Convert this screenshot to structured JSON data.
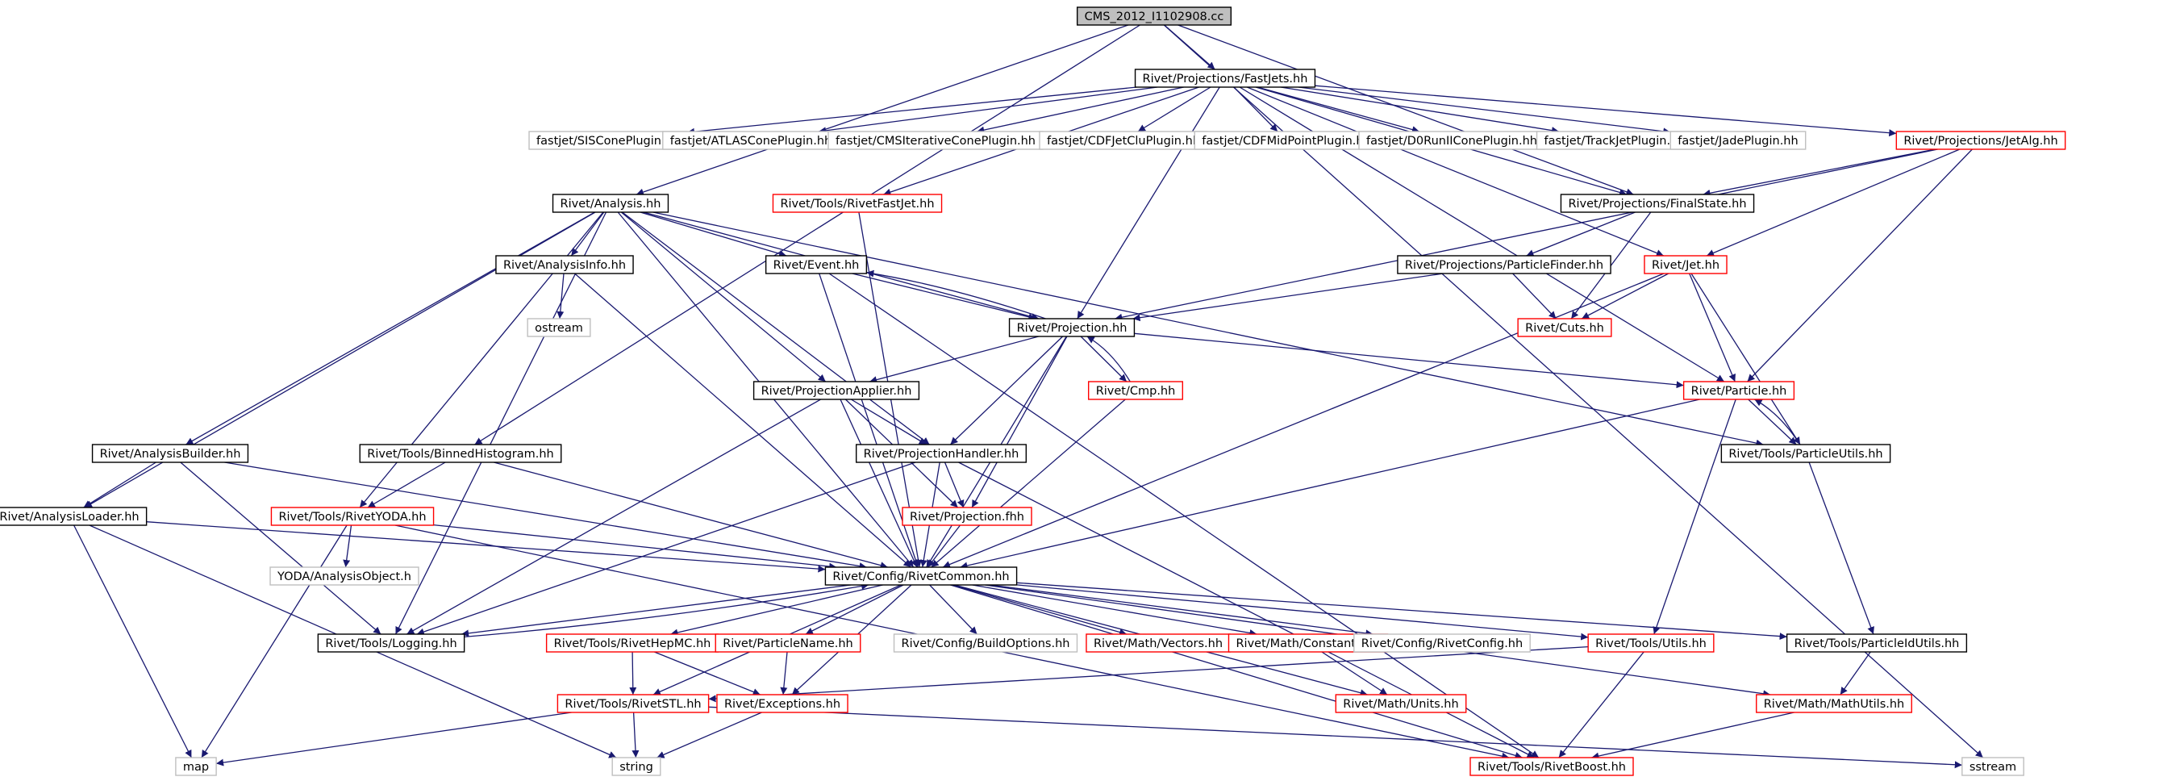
{
  "nodes": [
    {
      "id": "root",
      "label": "CMS_2012_I1102908.cc",
      "style": "root"
    },
    {
      "id": "fastjets",
      "label": "Rivet/Projections/FastJets.hh",
      "style": "black"
    },
    {
      "id": "siscone",
      "label": "fastjet/SISConePlugin.hh",
      "style": "gray"
    },
    {
      "id": "atlascone",
      "label": "fastjet/ATLASConePlugin.hh",
      "style": "gray"
    },
    {
      "id": "cmsiter",
      "label": "fastjet/CMSIterativeConePlugin.hh",
      "style": "gray"
    },
    {
      "id": "cdfjetclu",
      "label": "fastjet/CDFJetCluPlugin.hh",
      "style": "gray"
    },
    {
      "id": "cdfmid",
      "label": "fastjet/CDFMidPointPlugin.hh",
      "style": "gray"
    },
    {
      "id": "d0run",
      "label": "fastjet/D0RunIIConePlugin.hh",
      "style": "gray"
    },
    {
      "id": "trackjet",
      "label": "fastjet/TrackJetPlugin.hh",
      "style": "gray"
    },
    {
      "id": "jade",
      "label": "fastjet/JadePlugin.hh",
      "style": "gray"
    },
    {
      "id": "jetalg",
      "label": "Rivet/Projections/JetAlg.hh",
      "style": "red"
    },
    {
      "id": "analysis",
      "label": "Rivet/Analysis.hh",
      "style": "black"
    },
    {
      "id": "rivetfastjet",
      "label": "Rivet/Tools/RivetFastJet.hh",
      "style": "red"
    },
    {
      "id": "finalstate",
      "label": "Rivet/Projections/FinalState.hh",
      "style": "black"
    },
    {
      "id": "analysisinfo",
      "label": "Rivet/AnalysisInfo.hh",
      "style": "black"
    },
    {
      "id": "event",
      "label": "Rivet/Event.hh",
      "style": "black"
    },
    {
      "id": "particlefinder",
      "label": "Rivet/Projections/ParticleFinder.hh",
      "style": "black"
    },
    {
      "id": "jet",
      "label": "Rivet/Jet.hh",
      "style": "red"
    },
    {
      "id": "ostream",
      "label": "ostream",
      "style": "gray"
    },
    {
      "id": "projection",
      "label": "Rivet/Projection.hh",
      "style": "black"
    },
    {
      "id": "cuts",
      "label": "Rivet/Cuts.hh",
      "style": "red"
    },
    {
      "id": "cmp",
      "label": "Rivet/Cmp.hh",
      "style": "red"
    },
    {
      "id": "projapplier",
      "label": "Rivet/ProjectionApplier.hh",
      "style": "black"
    },
    {
      "id": "particle",
      "label": "Rivet/Particle.hh",
      "style": "red"
    },
    {
      "id": "analysisbuilder",
      "label": "Rivet/AnalysisBuilder.hh",
      "style": "black"
    },
    {
      "id": "binnedhist",
      "label": "Rivet/Tools/BinnedHistogram.hh",
      "style": "black"
    },
    {
      "id": "projhandler",
      "label": "Rivet/ProjectionHandler.hh",
      "style": "black"
    },
    {
      "id": "particleutils",
      "label": "Rivet/Tools/ParticleUtils.hh",
      "style": "black"
    },
    {
      "id": "analysisloader",
      "label": "Rivet/AnalysisLoader.hh",
      "style": "black"
    },
    {
      "id": "rivetyoda",
      "label": "Rivet/Tools/RivetYODA.hh",
      "style": "red"
    },
    {
      "id": "projectionfhh",
      "label": "Rivet/Projection.fhh",
      "style": "red"
    },
    {
      "id": "yodaobj",
      "label": "YODA/AnalysisObject.h",
      "style": "gray"
    },
    {
      "id": "rivetcommon",
      "label": "Rivet/Config/RivetCommon.hh",
      "style": "black"
    },
    {
      "id": "logging",
      "label": "Rivet/Tools/Logging.hh",
      "style": "black"
    },
    {
      "id": "rivethepmc",
      "label": "Rivet/Tools/RivetHepMC.hh",
      "style": "red"
    },
    {
      "id": "particlename",
      "label": "Rivet/ParticleName.hh",
      "style": "red"
    },
    {
      "id": "buildoptions",
      "label": "Rivet/Config/BuildOptions.hh",
      "style": "gray"
    },
    {
      "id": "vectors",
      "label": "Rivet/Math/Vectors.hh",
      "style": "red"
    },
    {
      "id": "constants",
      "label": "Rivet/Math/Constants.hh",
      "style": "red"
    },
    {
      "id": "rivetconfig",
      "label": "Rivet/Config/RivetConfig.hh",
      "style": "gray"
    },
    {
      "id": "utils",
      "label": "Rivet/Tools/Utils.hh",
      "style": "red"
    },
    {
      "id": "particleidutils",
      "label": "Rivet/Tools/ParticleIdUtils.hh",
      "style": "black"
    },
    {
      "id": "rivetstl",
      "label": "Rivet/Tools/RivetSTL.hh",
      "style": "red"
    },
    {
      "id": "exceptions",
      "label": "Rivet/Exceptions.hh",
      "style": "red"
    },
    {
      "id": "units",
      "label": "Rivet/Math/Units.hh",
      "style": "red"
    },
    {
      "id": "mathutils",
      "label": "Rivet/Math/MathUtils.hh",
      "style": "red"
    },
    {
      "id": "map",
      "label": "map",
      "style": "gray"
    },
    {
      "id": "string",
      "label": "string",
      "style": "gray"
    },
    {
      "id": "rivetboost",
      "label": "Rivet/Tools/RivetBoost.hh",
      "style": "red"
    },
    {
      "id": "sstream",
      "label": "sstream",
      "style": "gray"
    }
  ],
  "edges": [
    [
      "root",
      "fastjets"
    ],
    [
      "root",
      "analysis"
    ],
    [
      "root",
      "binnedhist"
    ],
    [
      "root",
      "sstream"
    ],
    [
      "root",
      "finalstate"
    ],
    [
      "fastjets",
      "siscone"
    ],
    [
      "fastjets",
      "atlascone"
    ],
    [
      "fastjets",
      "cmsiter"
    ],
    [
      "fastjets",
      "cdfjetclu"
    ],
    [
      "fastjets",
      "cdfmid"
    ],
    [
      "fastjets",
      "d0run"
    ],
    [
      "fastjets",
      "trackjet"
    ],
    [
      "fastjets",
      "jade"
    ],
    [
      "fastjets",
      "jetalg"
    ],
    [
      "fastjets",
      "rivetfastjet"
    ],
    [
      "fastjets",
      "finalstate"
    ],
    [
      "fastjets",
      "projection"
    ],
    [
      "fastjets",
      "particle"
    ],
    [
      "fastjets",
      "jet"
    ],
    [
      "jetalg",
      "finalstate"
    ],
    [
      "jetalg",
      "jet"
    ],
    [
      "jetalg",
      "particle"
    ],
    [
      "jetalg",
      "projection"
    ],
    [
      "analysis",
      "analysisinfo"
    ],
    [
      "analysis",
      "event"
    ],
    [
      "analysis",
      "projection"
    ],
    [
      "analysis",
      "projapplier"
    ],
    [
      "analysis",
      "projhandler"
    ],
    [
      "analysis",
      "analysisbuilder"
    ],
    [
      "analysis",
      "analysisloader"
    ],
    [
      "analysis",
      "rivetyoda"
    ],
    [
      "analysis",
      "logging"
    ],
    [
      "analysis",
      "rivetcommon"
    ],
    [
      "analysis",
      "particleutils"
    ],
    [
      "rivetfastjet",
      "rivetcommon"
    ],
    [
      "finalstate",
      "particlefinder"
    ],
    [
      "finalstate",
      "cuts"
    ],
    [
      "particlefinder",
      "projection"
    ],
    [
      "particlefinder",
      "cuts"
    ],
    [
      "analysisinfo",
      "ostream"
    ],
    [
      "analysisinfo",
      "rivetcommon"
    ],
    [
      "event",
      "projection"
    ],
    [
      "event",
      "rivetcommon"
    ],
    [
      "event",
      "rivetboost"
    ],
    [
      "projection",
      "event"
    ],
    [
      "projection",
      "cmp"
    ],
    [
      "projection",
      "projapplier"
    ],
    [
      "projection",
      "projhandler"
    ],
    [
      "projection",
      "projectionfhh"
    ],
    [
      "projection",
      "rivetcommon"
    ],
    [
      "projection",
      "particle"
    ],
    [
      "cmp",
      "projection"
    ],
    [
      "cmp",
      "rivetcommon"
    ],
    [
      "jet",
      "cuts"
    ],
    [
      "jet",
      "particle"
    ],
    [
      "jet",
      "particleutils"
    ],
    [
      "jet",
      "rivetcommon"
    ],
    [
      "projapplier",
      "projhandler"
    ],
    [
      "projapplier",
      "projectionfhh"
    ],
    [
      "projapplier",
      "rivetcommon"
    ],
    [
      "projapplier",
      "logging"
    ],
    [
      "projhandler",
      "projectionfhh"
    ],
    [
      "projhandler",
      "rivetcommon"
    ],
    [
      "projhandler",
      "logging"
    ],
    [
      "projhandler",
      "rivetboost"
    ],
    [
      "particle",
      "particleutils"
    ],
    [
      "particle",
      "utils"
    ],
    [
      "particle",
      "rivetcommon"
    ],
    [
      "particleutils",
      "particle"
    ],
    [
      "particleutils",
      "particleidutils"
    ],
    [
      "analysisbuilder",
      "analysisloader"
    ],
    [
      "analysisbuilder",
      "rivetcommon"
    ],
    [
      "analysisbuilder",
      "logging"
    ],
    [
      "binnedhist",
      "rivetyoda"
    ],
    [
      "binnedhist",
      "rivetcommon"
    ],
    [
      "analysisloader",
      "rivetcommon"
    ],
    [
      "analysisloader",
      "map"
    ],
    [
      "analysisloader",
      "string"
    ],
    [
      "rivetyoda",
      "rivetcommon"
    ],
    [
      "rivetyoda",
      "yodaobj"
    ],
    [
      "rivetyoda",
      "map"
    ],
    [
      "rivetyoda",
      "rivetboost"
    ],
    [
      "projectionfhh",
      "rivetcommon"
    ],
    [
      "rivetcommon",
      "logging"
    ],
    [
      "rivetcommon",
      "rivethepmc"
    ],
    [
      "rivetcommon",
      "particlename"
    ],
    [
      "rivetcommon",
      "buildoptions"
    ],
    [
      "rivetcommon",
      "vectors"
    ],
    [
      "rivetcommon",
      "constants"
    ],
    [
      "rivetcommon",
      "rivetconfig"
    ],
    [
      "rivetcommon",
      "utils"
    ],
    [
      "rivetcommon",
      "particleidutils"
    ],
    [
      "rivetcommon",
      "rivetstl"
    ],
    [
      "rivetcommon",
      "exceptions"
    ],
    [
      "rivetcommon",
      "units"
    ],
    [
      "rivetcommon",
      "mathutils"
    ],
    [
      "rivetcommon",
      "rivetboost"
    ],
    [
      "logging",
      "rivetcommon"
    ],
    [
      "rivethepmc",
      "rivetstl"
    ],
    [
      "rivethepmc",
      "exceptions"
    ],
    [
      "particlename",
      "exceptions"
    ],
    [
      "constants",
      "units"
    ],
    [
      "utils",
      "rivetstl"
    ],
    [
      "utils",
      "rivetboost"
    ],
    [
      "particleidutils",
      "mathutils"
    ],
    [
      "rivetstl",
      "map"
    ],
    [
      "rivetstl",
      "string"
    ],
    [
      "rivetstl",
      "sstream"
    ],
    [
      "exceptions",
      "string"
    ],
    [
      "mathutils",
      "rivetboost"
    ]
  ]
}
